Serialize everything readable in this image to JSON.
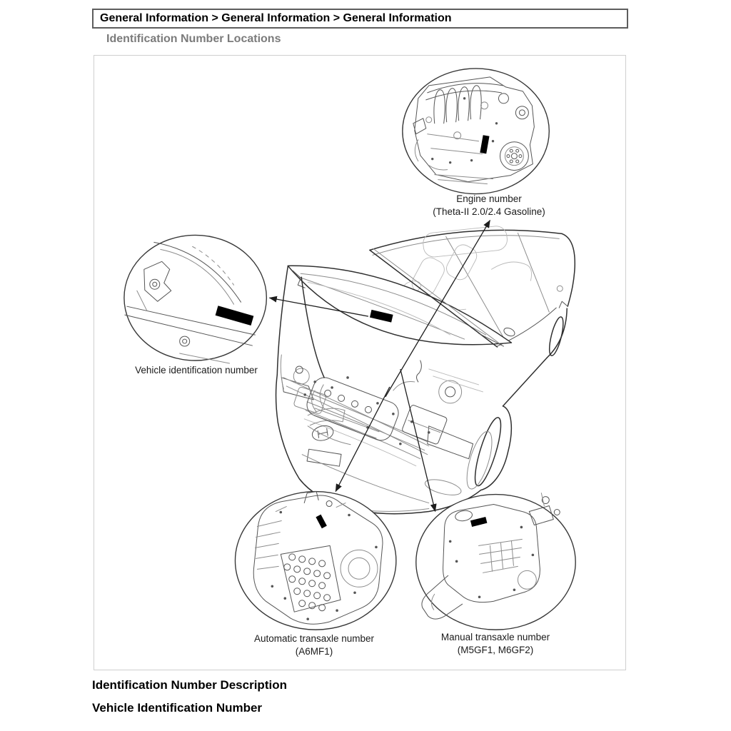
{
  "breadcrumb": {
    "text": "General Information > General Information > General Information"
  },
  "section": {
    "title": "Identification Number Locations"
  },
  "figure": {
    "callouts": {
      "engine": {
        "line1": "Engine number",
        "line2": "(Theta-II 2.0/2.4 Gasoline)"
      },
      "vin": {
        "line1": "Vehicle identification number"
      },
      "automatic_transaxle": {
        "line1": "Automatic transaxle number",
        "line2": "(A6MF1)"
      },
      "manual_transaxle": {
        "line1": "Manual transaxle number",
        "line2": "(M5GF1, M6GF2)"
      }
    }
  },
  "footer": {
    "heading1": "Identification Number Description",
    "heading2": "Vehicle Identification Number"
  },
  "colors": {
    "breadcrumb_border": "#5d5d5d",
    "figure_border": "#cfcfcf",
    "section_heading_text": "#7b7b7b",
    "body_text": "#000000",
    "line_art": "#2f2f2f",
    "plate_marker": "#000000"
  }
}
